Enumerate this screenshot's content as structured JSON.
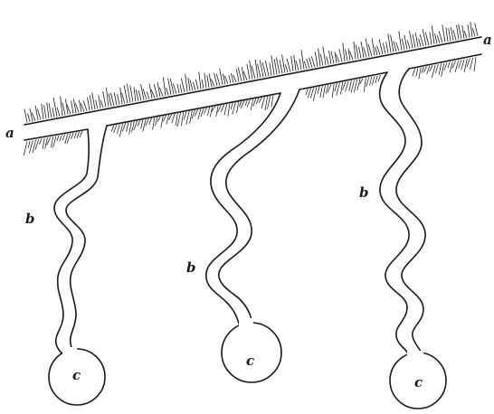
{
  "labels": {
    "duct_left": "a",
    "duct_right": "a",
    "tube_left": "b",
    "tube_middle": "b",
    "tube_right": "b",
    "bulb_left": "c",
    "bulb_middle": "c",
    "bulb_right": "c"
  },
  "glands_count": 3,
  "colors": {
    "ink": "#1a1a1a",
    "paper": "#ffffff"
  }
}
